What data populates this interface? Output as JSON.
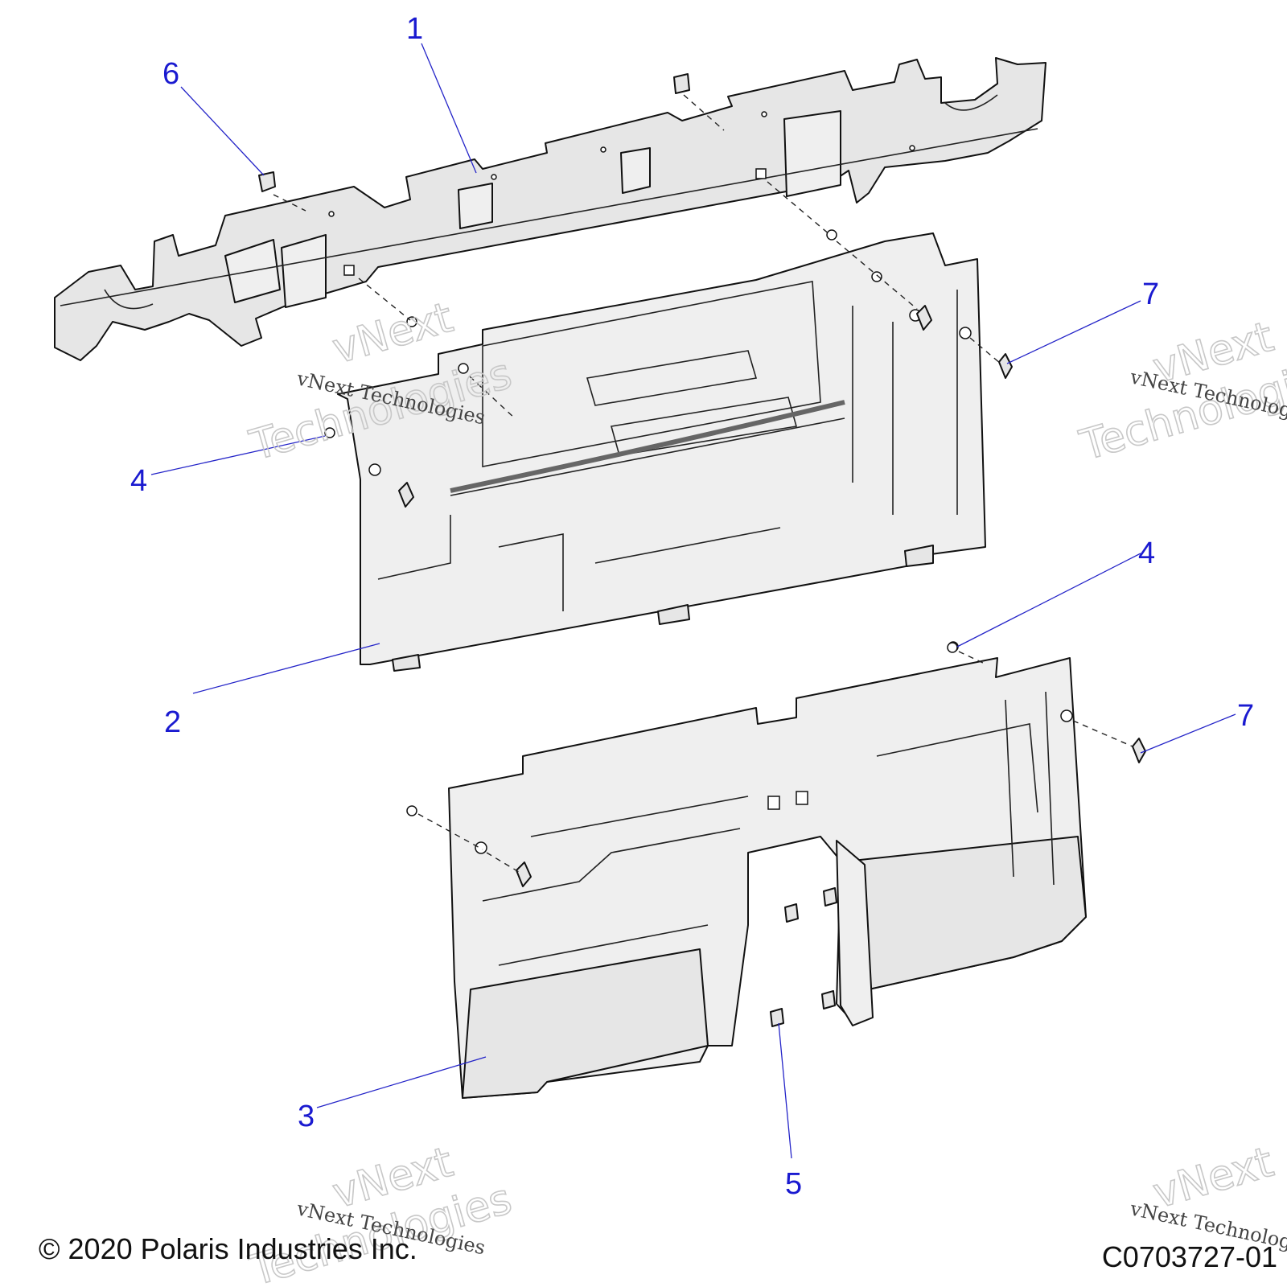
{
  "callouts": [
    {
      "id": "c1",
      "label": "1"
    },
    {
      "id": "c2",
      "label": "2"
    },
    {
      "id": "c3",
      "label": "3"
    },
    {
      "id": "c4a",
      "label": "4"
    },
    {
      "id": "c4b",
      "label": "4"
    },
    {
      "id": "c5",
      "label": "5"
    },
    {
      "id": "c6",
      "label": "6"
    },
    {
      "id": "c7a",
      "label": "7"
    },
    {
      "id": "c7b",
      "label": "7"
    }
  ],
  "watermark": {
    "small": "vNext Technologies",
    "big_line1": "vNext",
    "big_line2": "Technologies"
  },
  "footer": {
    "copyright": "© 2020 Polaris Industries Inc.",
    "code": "C0703727-01"
  }
}
